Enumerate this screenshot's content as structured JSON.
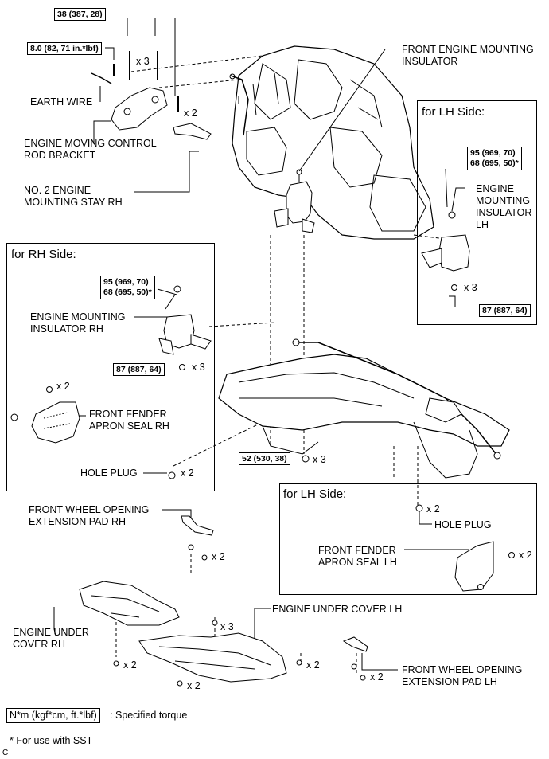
{
  "torques": {
    "t38": "38 (387, 28)",
    "t8": "8.0 (82, 71 in.*lbf)",
    "t95": "95 (969, 70)",
    "t68": "68 (695, 50)*",
    "t87": "87 (887, 64)",
    "t52": "52 (530, 38)"
  },
  "counts": {
    "x2": "x 2",
    "x3": "x 3"
  },
  "frames": {
    "lh_side": "for LH Side:",
    "rh_side": "for RH Side:"
  },
  "labels": {
    "front_engine_mounting_insulator": "FRONT ENGINE MOUNTING\nINSULATOR",
    "earth_wire": "EARTH WIRE",
    "engine_moving_control_rod_bracket": "ENGINE MOVING CONTROL\nROD BRACKET",
    "no2_engine_mounting_stay_rh": "NO. 2 ENGINE\nMOUNTING STAY RH",
    "engine_mounting_insulator_lh": "ENGINE\nMOUNTING\nINSULATOR\nLH",
    "engine_mounting_insulator_rh": "ENGINE MOUNTING\nINSULATOR RH",
    "front_fender_apron_seal_rh": "FRONT FENDER\nAPRON SEAL RH",
    "hole_plug": "HOLE PLUG",
    "front_fender_apron_seal_lh": "FRONT FENDER\nAPRON SEAL LH",
    "front_wheel_opening_extension_pad_rh": "FRONT WHEEL OPENING\nEXTENSION PAD RH",
    "front_wheel_opening_extension_pad_lh": "FRONT WHEEL OPENING\nEXTENSION PAD LH",
    "engine_under_cover_lh": "ENGINE UNDER COVER LH",
    "engine_under_cover_rh": "ENGINE UNDER\nCOVER RH"
  },
  "legend": {
    "unit_box": "N*m (kgf*cm, ft.*lbf)",
    "unit_desc": ": Specified torque",
    "note": "* For use with SST",
    "code": "C"
  }
}
